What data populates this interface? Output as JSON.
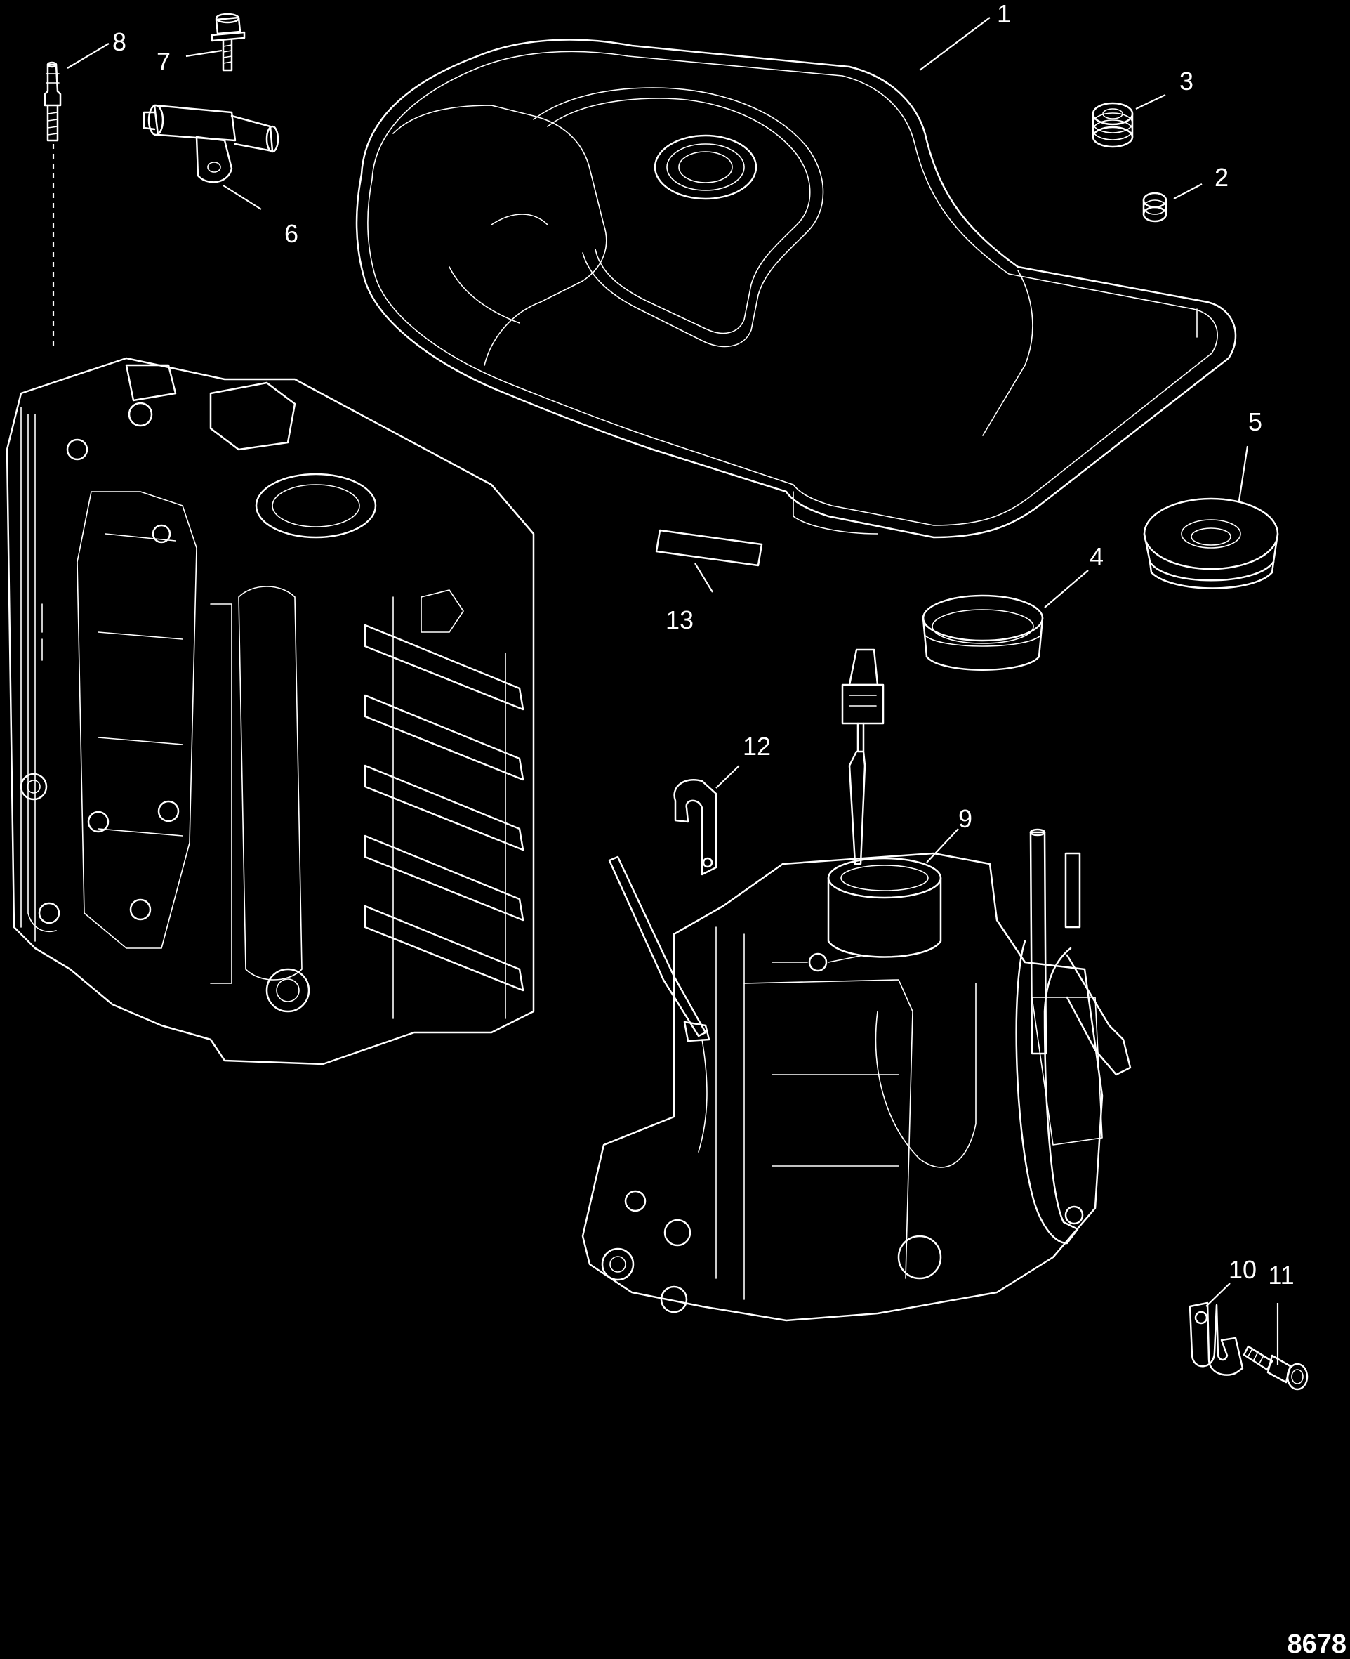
{
  "diagram": {
    "figure_number": "8678",
    "colors": {
      "background": "#000000",
      "line": "#ffffff"
    },
    "callouts": [
      {
        "id": "1",
        "label": "1",
        "part": "plenum-cover"
      },
      {
        "id": "2",
        "label": "2",
        "part": "small-grommet"
      },
      {
        "id": "3",
        "label": "3",
        "part": "grommet"
      },
      {
        "id": "4",
        "label": "4",
        "part": "seal-ring"
      },
      {
        "id": "5",
        "label": "5",
        "part": "large-grommet"
      },
      {
        "id": "6",
        "label": "6",
        "part": "fitting-assembly"
      },
      {
        "id": "7",
        "label": "7",
        "part": "screw"
      },
      {
        "id": "8",
        "label": "8",
        "part": "hose-fitting"
      },
      {
        "id": "9",
        "label": "9",
        "part": "intake-manifold-assembly"
      },
      {
        "id": "10",
        "label": "10",
        "part": "clamp"
      },
      {
        "id": "11",
        "label": "11",
        "part": "bolt"
      },
      {
        "id": "12",
        "label": "12",
        "part": "hose-clamp"
      },
      {
        "id": "13",
        "label": "13",
        "part": "decal"
      }
    ]
  }
}
